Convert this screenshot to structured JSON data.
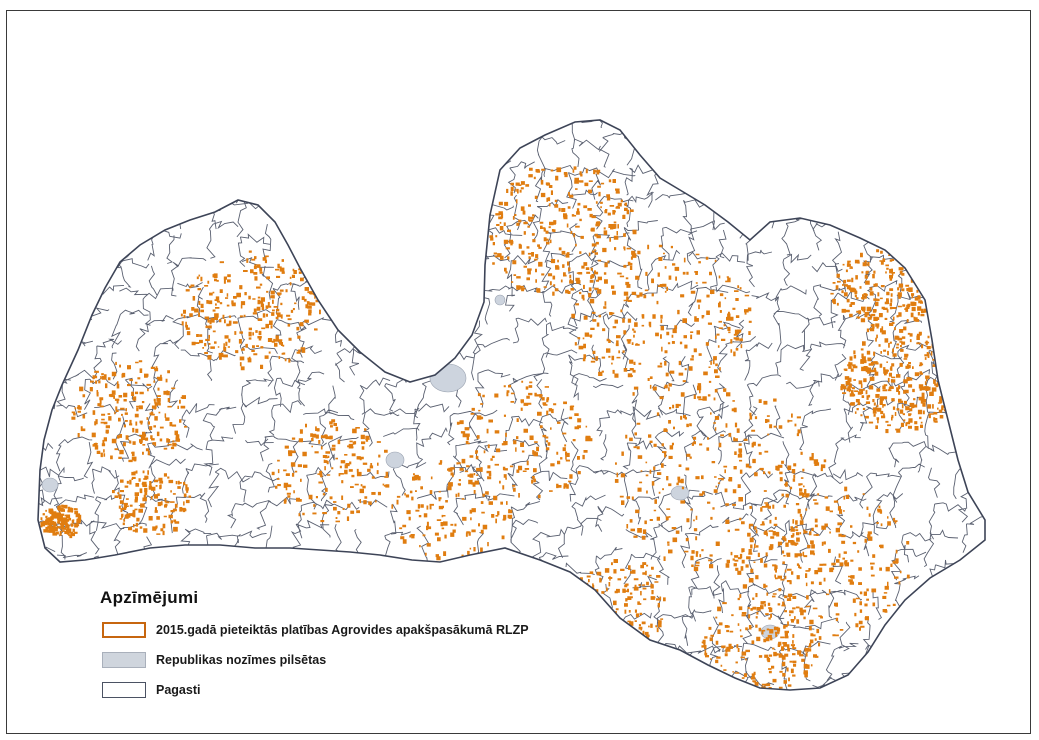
{
  "legend": {
    "title": "Apzīmējumi",
    "items": [
      {
        "id": "orange",
        "label": "2015.gadā pieteiktās platības Agrovides apakšpasākumā RLZP"
      },
      {
        "id": "grey",
        "label": "Republikas nozīmes pilsētas"
      },
      {
        "id": "white",
        "label": "Pagasti"
      }
    ]
  },
  "colors": {
    "dots": "#e07d10",
    "boundary": "#3d4457",
    "city_fill": "#cdd4de",
    "sea_frame": "#3a3a3a"
  }
}
